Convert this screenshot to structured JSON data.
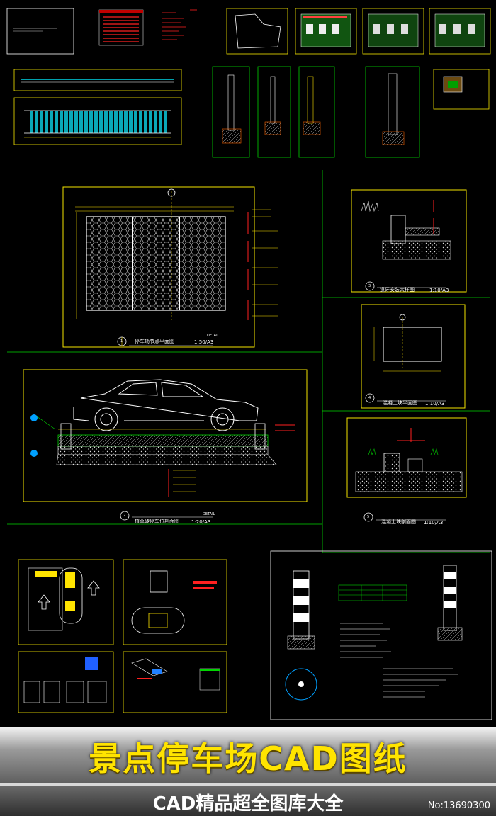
{
  "banner": {
    "title": "景点停车场CAD图纸",
    "subtitle": "CAD精品超全图库大全",
    "image_number": "No:13690300"
  },
  "drawings": {
    "parking_node_plan": {
      "title": "停车场节点平面图",
      "scale": "1:50/A3",
      "detail": "DETAIL",
      "num": "1"
    },
    "curb_detail": {
      "title": "道牙安装大样图",
      "scale": "1:10/A3",
      "num": "3"
    },
    "concrete_block_plan": {
      "title": "混凝土块平面图",
      "scale": "1:10/A3",
      "num": "4"
    },
    "grass_paver_section": {
      "title": "植草砖停车位剖面图",
      "scale": "1:20/A3",
      "detail": "DETAIL",
      "num": "2"
    },
    "concrete_block_section": {
      "title": "混凝土块剖面图",
      "scale": "1:10/A3",
      "num": "5"
    }
  },
  "colors": {
    "frame": "#f5e500",
    "green": "#00d400",
    "cyan": "#00d8e8",
    "red": "#ff2020",
    "white": "#ffffff",
    "banner_text": "#ffe400"
  }
}
